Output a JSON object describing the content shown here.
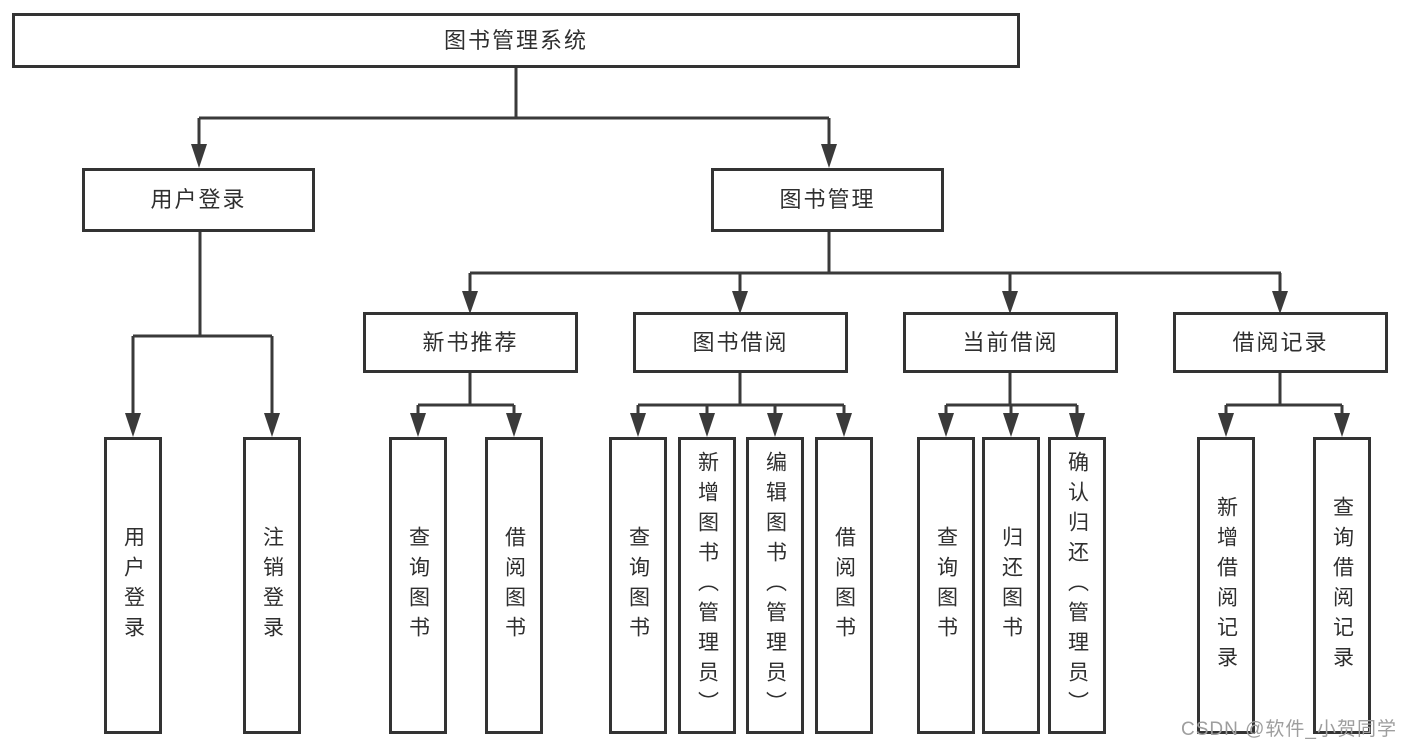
{
  "diagram": {
    "root": {
      "label": "图书管理系统"
    },
    "branches": [
      {
        "label": "用户登录",
        "children": [
          "用户登录",
          "注销登录"
        ]
      },
      {
        "label": "图书管理",
        "sub": [
          {
            "label": "新书推荐",
            "children": [
              "查询图书",
              "借阅图书"
            ]
          },
          {
            "label": "图书借阅",
            "children": [
              "查询图书",
              "新增图书（管理员）",
              "编辑图书（管理员）",
              "借阅图书"
            ]
          },
          {
            "label": "当前借阅",
            "children": [
              "查询图书",
              "归还图书",
              "确认归还（管理员）"
            ]
          },
          {
            "label": "借阅记录",
            "children": [
              "新增借阅记录",
              "查询借阅记录"
            ]
          }
        ]
      }
    ],
    "watermark": "CSDN @软件_小贺同学",
    "colors": {
      "line": "#3a3a3a",
      "box_border": "#333333",
      "text": "#2f2f2f",
      "watermark": "#9e9e9e",
      "background": "#ffffff"
    }
  }
}
